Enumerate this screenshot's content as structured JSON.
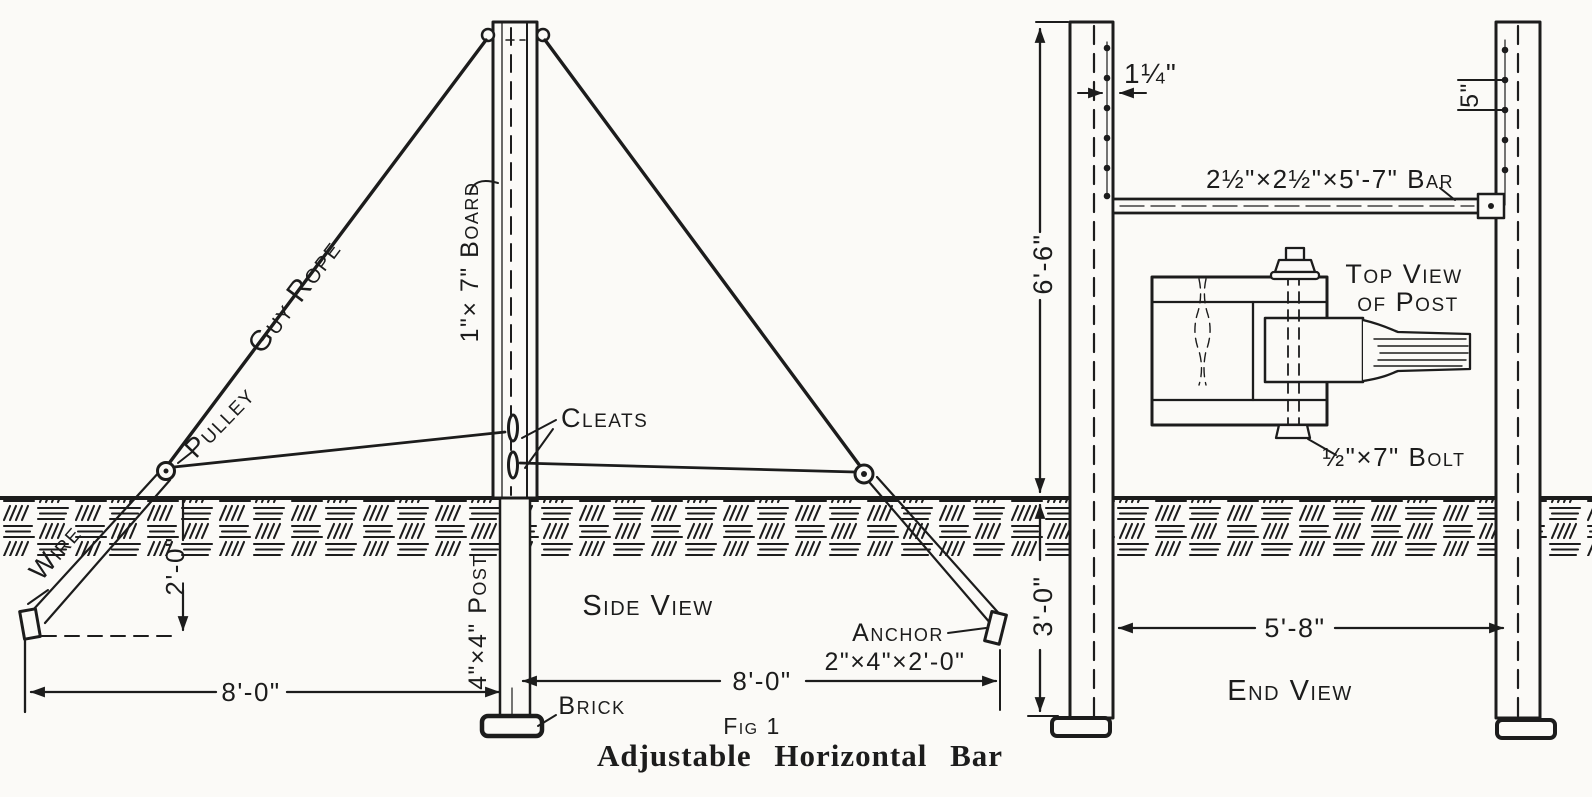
{
  "figure": {
    "fig_label": "Fig 1",
    "caption": "Adjustable Horizontal Bar"
  },
  "side_view": {
    "title": "Side View",
    "labels": {
      "guy_rope": "Guy Rope",
      "pulley": "Pulley",
      "wire": "Wire",
      "board": "1\"× 7\" Board",
      "cleats": "Cleats",
      "post": "4\"×4\" Post",
      "brick": "Brick",
      "anchor": "Anchor",
      "anchor_size": "2\"×4\"×2'-0\""
    },
    "dims": {
      "wire_depth": "2'-0\"",
      "span_left": "8'-0\"",
      "span_right": "8'-0\""
    }
  },
  "end_view": {
    "title": "End View",
    "labels": {
      "bar": "2½\"×2½\"×5'-7\" Bar",
      "top_view_1": "Top View",
      "top_view_2": "of Post",
      "bolt": "½\"×7\" Bolt"
    },
    "dims": {
      "hole_offset": "1¼\"",
      "hole_spacing": "5\"",
      "post_height": "6'-6\"",
      "post_depth": "3'-0\"",
      "bar_span": "5'-8\""
    }
  },
  "colors": {
    "ink": "#1c1c1c",
    "paper": "#fbfaf7"
  }
}
